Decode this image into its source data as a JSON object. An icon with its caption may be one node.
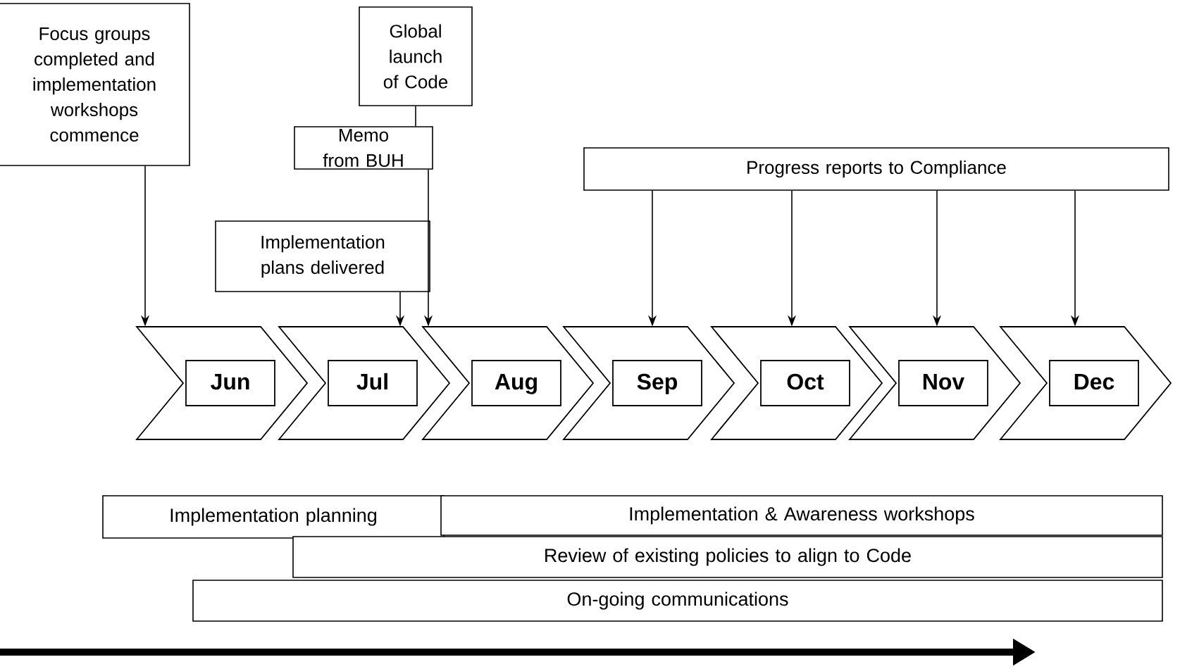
{
  "diagram": {
    "nodes": [
      {
        "text": [
          "Focus groups completed and implementation workshops commence"
        ]
      },
      {
        "text": [
          "Global launch of Code"
        ]
      },
      {
        "text": [
          "Memo from BUH"
        ]
      },
      {
        "text": [
          "Implementation plans delivered"
        ]
      },
      {
        "text": [
          "Progress reports to Compliance"
        ]
      },
      {
        "text": [
          "Jun"
        ]
      },
      {
        "text": [
          "Jul"
        ]
      },
      {
        "text": [
          "Aug"
        ]
      },
      {
        "text": [
          "Sep"
        ]
      },
      {
        "text": [
          "Oct"
        ]
      },
      {
        "text": [
          "Nov"
        ]
      },
      {
        "text": [
          "Dec"
        ]
      },
      {
        "text": [
          "Implementation planning"
        ]
      },
      {
        "text": [
          "Implementation & Awareness workshops"
        ]
      },
      {
        "text": [
          "Review of existing policies to align to Code"
        ]
      },
      {
        "text": [
          "On-going communications"
        ]
      }
    ],
    "edges": [
      {
        "from": 0,
        "to": 5,
        "arrow": "to"
      },
      {
        "from": 1,
        "to": 2,
        "arrow": "none"
      },
      {
        "from": 2,
        "to": 7,
        "arrow": "to"
      },
      {
        "from": 3,
        "to": 6,
        "arrow": "to"
      },
      {
        "from": 4,
        "to": 8,
        "arrow": "to"
      },
      {
        "from": 4,
        "to": 9,
        "arrow": "to"
      },
      {
        "from": 4,
        "to": 10,
        "arrow": "to"
      },
      {
        "from": 4,
        "to": 11,
        "arrow": "to"
      }
    ]
  }
}
